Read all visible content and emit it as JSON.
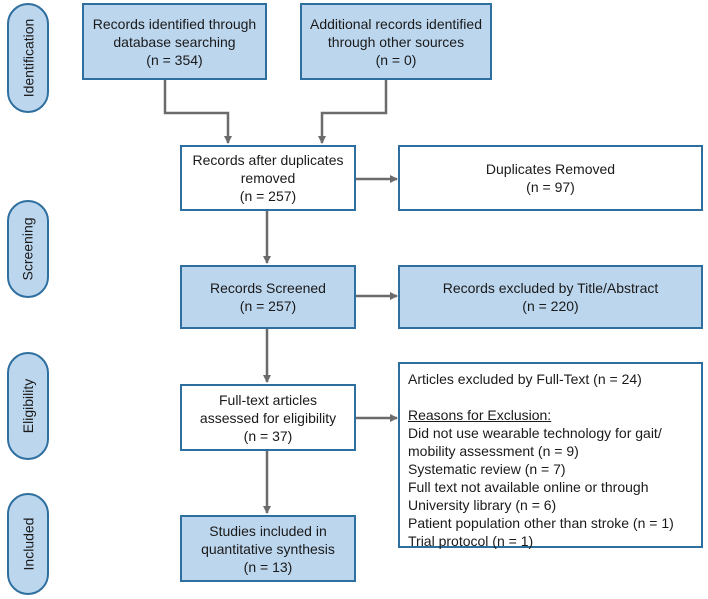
{
  "stages": {
    "identification": "Identification",
    "screening": "Screening",
    "eligibility": "Eligibility",
    "included": "Included"
  },
  "boxes": {
    "database": {
      "line1": "Records identified through",
      "line2": "database searching",
      "line3": "(n = 354)"
    },
    "other": {
      "line1": "Additional records identified",
      "line2": "through other sources",
      "line3": "(n = 0)"
    },
    "after_dup": {
      "line1": "Records after duplicates",
      "line2": "removed",
      "line3": "(n = 257)"
    },
    "dup_removed": {
      "line1": "Duplicates Removed",
      "line2": "(n = 97)"
    },
    "screened": {
      "line1": "Records Screened",
      "line2": "(n = 257)"
    },
    "excluded_title": {
      "line1": "Records excluded by Title/Abstract",
      "line2": "(n = 220)"
    },
    "fulltext": {
      "line1": "Full-text articles",
      "line2": "assessed for eligibility",
      "line3": "(n = 37)"
    },
    "included": {
      "line1": "Studies included in",
      "line2": "quantitative synthesis",
      "line3": "(n = 13)"
    }
  },
  "exclusions": {
    "header": "Articles excluded by Full-Text (n = 24)",
    "reasons_title": "Reasons for Exclusion:",
    "lines": [
      "Did not use wearable technology for gait/",
      "mobility assessment (n = 9)",
      "Systematic review (n = 7)",
      "Full text not available online or through",
      "University library (n = 6)",
      "Patient population other than stroke (n = 1)",
      "Trial protocol (n = 1)"
    ]
  },
  "colors": {
    "box_fill_blue": "#bcd6ee",
    "box_border": "#2f6f9f",
    "arrow": "#6b6b6b"
  }
}
